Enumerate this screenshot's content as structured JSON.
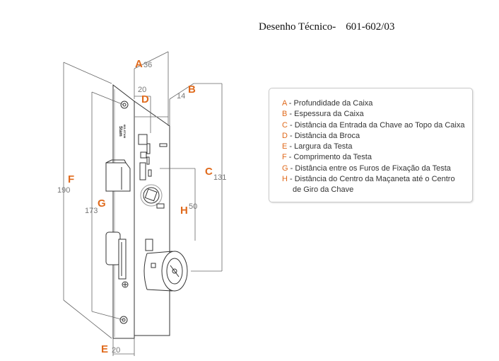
{
  "title": {
    "text": "Desenho Técnico-",
    "code": "601-602/03"
  },
  "dimensions": [
    {
      "letter": "A",
      "value": "36"
    },
    {
      "letter": "B",
      "value": "14"
    },
    {
      "letter": "C",
      "value": "131"
    },
    {
      "letter": "D",
      "value": "20"
    },
    {
      "letter": "E",
      "value": "20"
    },
    {
      "letter": "F",
      "value": "190"
    },
    {
      "letter": "G",
      "value": "173"
    },
    {
      "letter": "H",
      "value": "50"
    }
  ],
  "brand": {
    "line1": "Stam",
    "line2": "601.STAM"
  },
  "legend": [
    {
      "key": "A",
      "text": "Profundidade da Caixa"
    },
    {
      "key": "B",
      "text": "Espessura da Caixa"
    },
    {
      "key": "C",
      "text": "Distância da Entrada da Chave ao Topo da Caixa"
    },
    {
      "key": "D",
      "text": "Distância da Broca"
    },
    {
      "key": "E",
      "text": "Largura da Testa"
    },
    {
      "key": "F",
      "text": "Comprimento da Testa"
    },
    {
      "key": "G",
      "text": "Distância entre os Furos de Fixação da Testa"
    },
    {
      "key": "H",
      "text": "Distância do Centro da Maçaneta até o Centro",
      "text2": "de Giro da Chave"
    }
  ],
  "colors": {
    "accent": "#e06a1c",
    "value": "#777777",
    "line": "#333333"
  }
}
